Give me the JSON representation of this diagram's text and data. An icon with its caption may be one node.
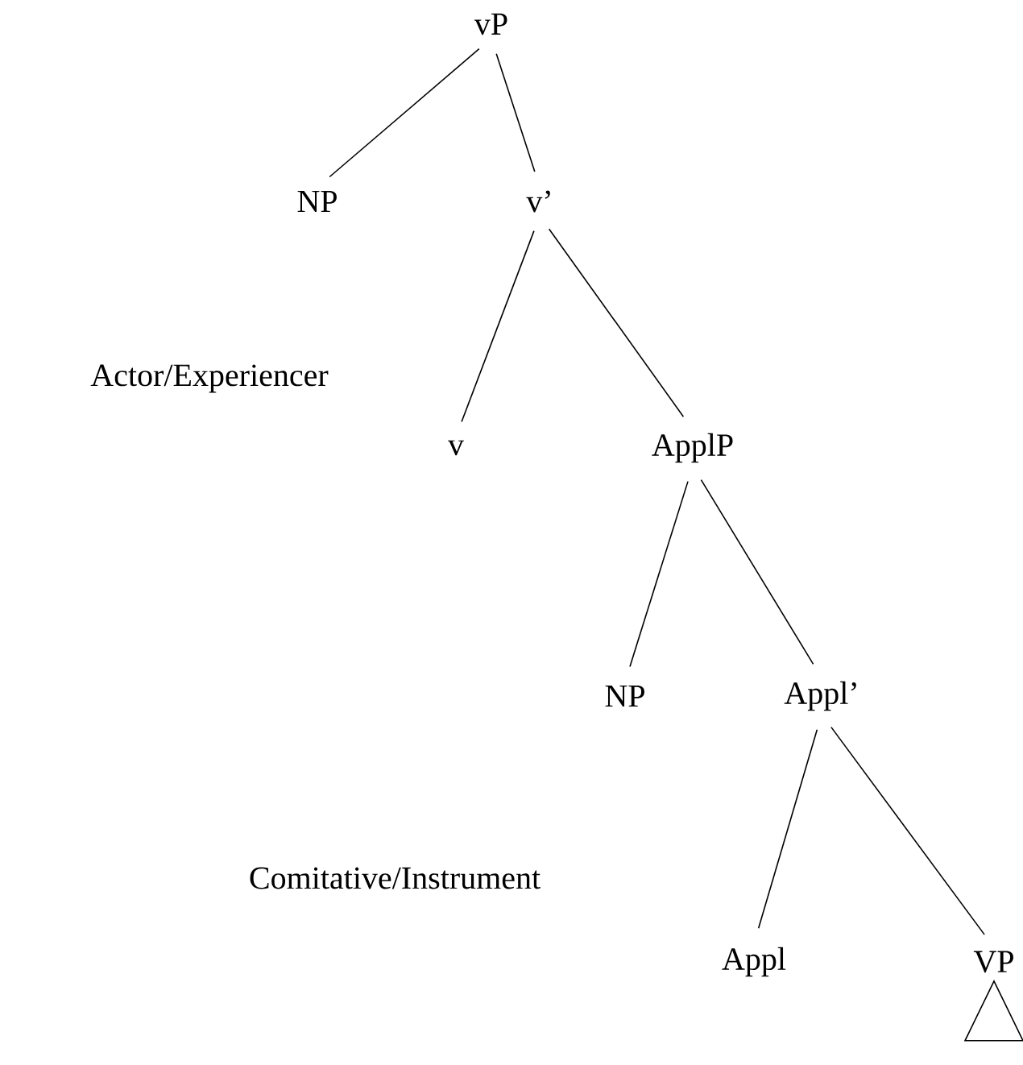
{
  "diagram": {
    "nodes": [
      {
        "text": [
          "vP"
        ]
      },
      {
        "text": [
          "NP"
        ]
      },
      {
        "text": [
          "v’"
        ]
      },
      {
        "text": [
          "v"
        ]
      },
      {
        "text": [
          "ApplP"
        ]
      },
      {
        "text": [
          "NP"
        ]
      },
      {
        "text": [
          "Appl’"
        ]
      },
      {
        "text": [
          "Appl"
        ]
      },
      {
        "text": [
          "VP"
        ]
      }
    ],
    "edges": [
      {
        "from": 0,
        "to": 1,
        "arrow": "none"
      },
      {
        "from": 0,
        "to": 2,
        "arrow": "none"
      },
      {
        "from": 2,
        "to": 3,
        "arrow": "none"
      },
      {
        "from": 2,
        "to": 4,
        "arrow": "none"
      },
      {
        "from": 4,
        "to": 5,
        "arrow": "none"
      },
      {
        "from": 4,
        "to": 6,
        "arrow": "none"
      },
      {
        "from": 6,
        "to": 7,
        "arrow": "none"
      },
      {
        "from": 6,
        "to": 8,
        "arrow": "none"
      }
    ],
    "labels": [
      "Actor/Experiencer",
      "Comitative/Instrument"
    ]
  }
}
